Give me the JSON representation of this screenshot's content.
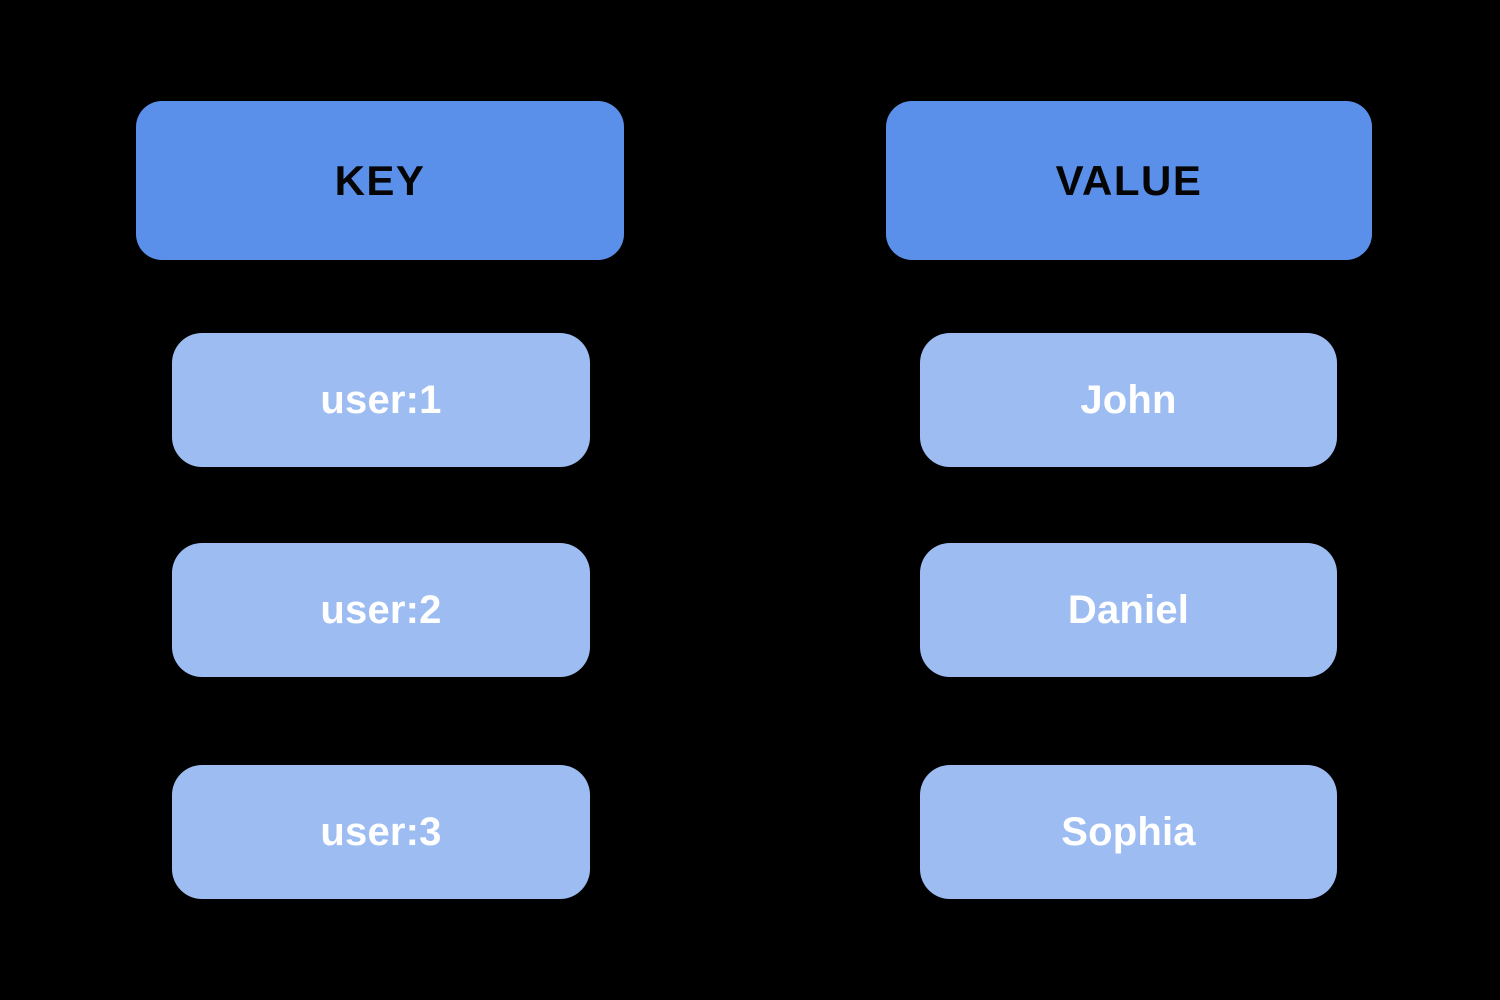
{
  "diagram": {
    "title": "key-value store table",
    "background_color": "#000000",
    "header_color": "#5B90EA",
    "cell_color": "#9DBCF2",
    "header_text_color": "#050505",
    "cell_text_color": "#FFFFFF"
  },
  "columns": {
    "key": {
      "header_label": "KEY",
      "cells": [
        {
          "label": "user:1"
        },
        {
          "label": "user:2"
        },
        {
          "label": "user:3"
        }
      ]
    },
    "value": {
      "header_label": "VALUE",
      "cells": [
        {
          "label": "John"
        },
        {
          "label": "Daniel"
        },
        {
          "label": "Sophia"
        }
      ]
    }
  },
  "pairs": [
    {
      "key": "user:1",
      "value": "John"
    },
    {
      "key": "user:2",
      "value": "Daniel"
    },
    {
      "key": "user:3",
      "value": "Sophia"
    }
  ]
}
